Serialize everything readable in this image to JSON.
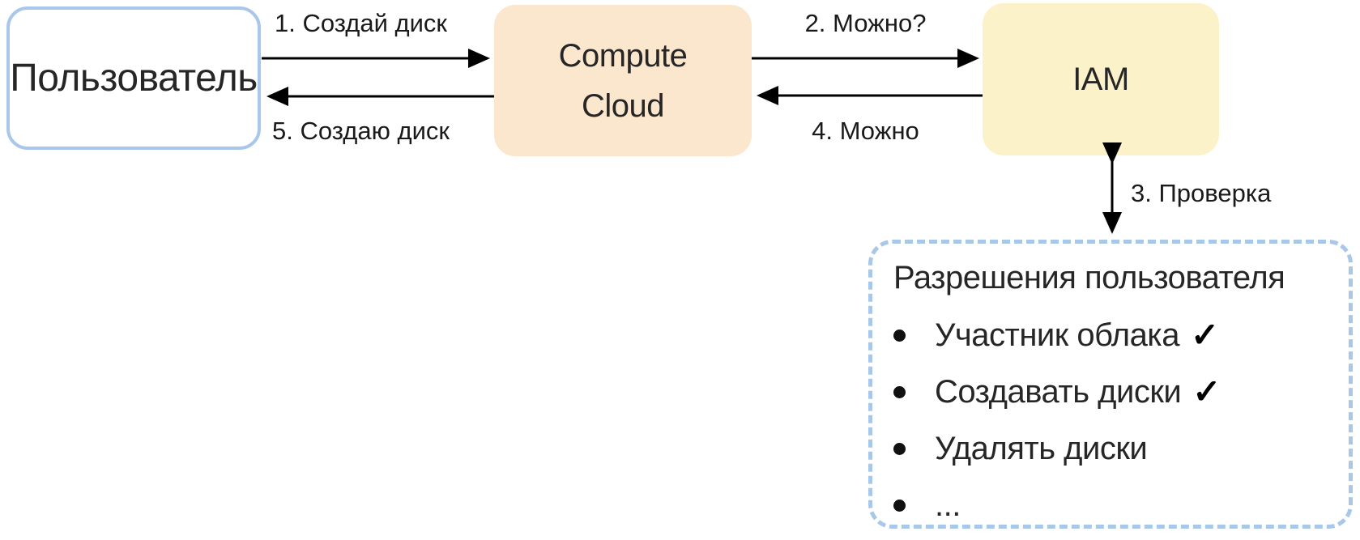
{
  "diagram": {
    "nodes": {
      "user": {
        "label": "Пользователь"
      },
      "compute": {
        "line1": "Compute",
        "line2": "Cloud"
      },
      "iam": {
        "label": "IAM"
      }
    },
    "arrows": {
      "a1": {
        "label": "1. Создай диск",
        "from": "user",
        "to": "compute"
      },
      "a2": {
        "label": "2. Можно?",
        "from": "compute",
        "to": "iam"
      },
      "a3": {
        "label": "3. Проверка",
        "from": "iam",
        "to": "permissions",
        "bidirectional": true
      },
      "a4": {
        "label": "4. Можно",
        "from": "iam",
        "to": "compute"
      },
      "a5": {
        "label": "5. Создаю диск",
        "from": "compute",
        "to": "user"
      }
    },
    "permissions": {
      "title": "Разрешения пользователя",
      "items": [
        {
          "label": "Участник облака",
          "check": "✓"
        },
        {
          "label": "Создавать диски",
          "check": "✓"
        },
        {
          "label": "Удалять диски",
          "check": ""
        },
        {
          "label": "...",
          "check": ""
        }
      ]
    },
    "colors": {
      "user_border": "#a9c7ea",
      "compute_fill": "#fae7cd",
      "iam_fill": "#fcf2c9",
      "permissions_border": "#a9c7e8",
      "arrow": "#000000"
    }
  }
}
